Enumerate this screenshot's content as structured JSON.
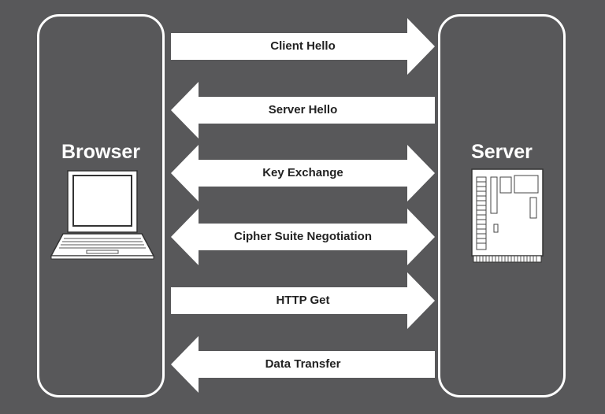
{
  "colors": {
    "background": "#58585a",
    "foreground": "#ffffff",
    "text": "#222222"
  },
  "left_lane": {
    "title": "Browser",
    "icon": "laptop-icon"
  },
  "right_lane": {
    "title": "Server",
    "icon": "server-board-icon"
  },
  "messages": [
    {
      "label": "Client Hello",
      "direction": "right"
    },
    {
      "label": "Server Hello",
      "direction": "left"
    },
    {
      "label": "Key Exchange",
      "direction": "both"
    },
    {
      "label": "Cipher Suite Negotiation",
      "direction": "both"
    },
    {
      "label": "HTTP Get",
      "direction": "right"
    },
    {
      "label": "Data Transfer",
      "direction": "left"
    }
  ]
}
